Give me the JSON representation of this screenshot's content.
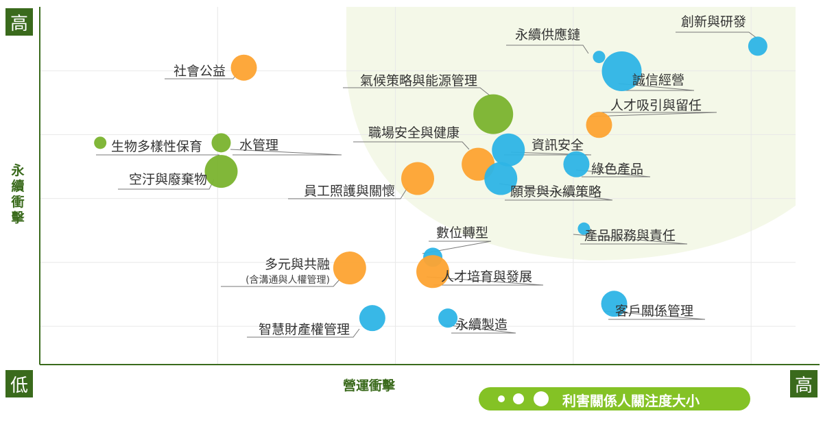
{
  "y_axis": {
    "title": "永續衝擊",
    "high_label": "高"
  },
  "x_axis": {
    "title": "營運衝擊",
    "low_label": "低",
    "high_label": "高"
  },
  "legend": {
    "label": "利害關係人關注度大小"
  },
  "colors": {
    "blue": "#2db4e6",
    "orange": "#fda331",
    "green": "#7ab32e",
    "axis": "#3a6a1c",
    "highlight_zone": "#f4f8e8"
  },
  "chart_data": {
    "type": "scatter",
    "xlim": [
      0,
      10
    ],
    "ylim": [
      0,
      10
    ],
    "grid": true,
    "legend_position": "bottom-right",
    "points": [
      {
        "name": "創新與研發",
        "x": 9.5,
        "y": 8.9,
        "size": 2,
        "color": "blue"
      },
      {
        "name": "永續供應鏈",
        "x": 7.4,
        "y": 8.6,
        "size": 1,
        "color": "blue"
      },
      {
        "name": "誠信經營",
        "x": 7.7,
        "y": 8.2,
        "size": 5,
        "color": "blue"
      },
      {
        "name": "社會公益",
        "x": 2.7,
        "y": 8.3,
        "size": 3,
        "color": "orange"
      },
      {
        "name": "氣候策略與能源管理",
        "x": 6.0,
        "y": 7.0,
        "size": 5,
        "color": "green"
      },
      {
        "name": "人才吸引與留任",
        "x": 7.4,
        "y": 6.7,
        "size": 3,
        "color": "orange"
      },
      {
        "name": "生物多樣性保育",
        "x": 0.8,
        "y": 6.2,
        "size": 1,
        "color": "green"
      },
      {
        "name": "水管理",
        "x": 2.4,
        "y": 6.2,
        "size": 2,
        "color": "green"
      },
      {
        "name": "空汙與廢棄物",
        "x": 2.4,
        "y": 5.4,
        "size": 4,
        "color": "green"
      },
      {
        "name": "職場安全與健康",
        "x": 5.8,
        "y": 5.6,
        "size": 4,
        "color": "orange"
      },
      {
        "name": "資訊安全",
        "x": 6.2,
        "y": 6.0,
        "size": 4,
        "color": "blue"
      },
      {
        "name": "綠色產品",
        "x": 7.1,
        "y": 5.6,
        "size": 3,
        "color": "blue"
      },
      {
        "name": "願景與永續策略",
        "x": 6.1,
        "y": 5.2,
        "size": 4,
        "color": "blue"
      },
      {
        "name": "員工照護與關懷",
        "x": 5.0,
        "y": 5.2,
        "size": 4,
        "color": "orange"
      },
      {
        "name": "數位轉型",
        "x": 5.2,
        "y": 3.0,
        "size": 2,
        "color": "blue"
      },
      {
        "name": "產品服務與責任",
        "x": 7.2,
        "y": 3.8,
        "size": 1,
        "color": "blue"
      },
      {
        "name": "多元與共融",
        "subname": "(含溝通與人權管理)",
        "x": 4.1,
        "y": 2.7,
        "size": 4,
        "color": "orange"
      },
      {
        "name": "人才培育與發展",
        "x": 5.2,
        "y": 2.6,
        "size": 4,
        "color": "orange"
      },
      {
        "name": "客戶關係管理",
        "x": 7.6,
        "y": 1.7,
        "size": 3,
        "color": "blue"
      },
      {
        "name": "智慧財產權管理",
        "x": 4.4,
        "y": 1.3,
        "size": 3,
        "color": "blue"
      },
      {
        "name": "永續製造",
        "x": 5.4,
        "y": 1.3,
        "size": 2,
        "color": "blue"
      }
    ]
  }
}
